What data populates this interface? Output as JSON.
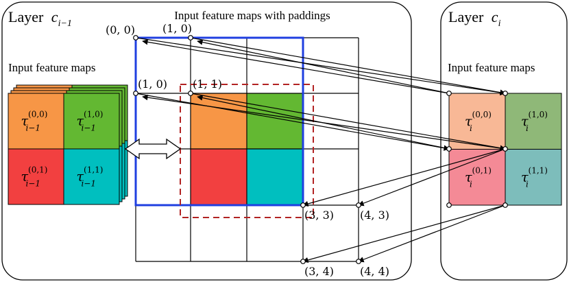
{
  "left_panel": {
    "title_prefix": "Layer",
    "title_var": "c",
    "title_sub": "i−1",
    "grid_title": "Input feature maps with paddings",
    "stack_title": "Input feature maps",
    "stack_cells": [
      {
        "sup": "(0,0)",
        "sub": "i−1",
        "color": "#F79646"
      },
      {
        "sup": "(1,0)",
        "sub": "i−1",
        "color": "#63B832"
      },
      {
        "sup": "(0,1)",
        "sub": "i−1",
        "color": "#F24040"
      },
      {
        "sup": "(1,1)",
        "sub": "i−1",
        "color": "#00BFBF"
      }
    ],
    "stack_back_colors": [
      "#F79646",
      "#63B832",
      "#F24040",
      "#00BFBF"
    ],
    "coords": {
      "c00": "(0, 0)",
      "c10": "(1, 0)",
      "c01": "(1, 0)",
      "c11": "(1, 1)",
      "c33": "(3, 3)",
      "c43": "(4, 3)",
      "c34": "(3, 4)",
      "c44": "(4, 4)"
    }
  },
  "right_panel": {
    "title_prefix": "Layer",
    "title_var": "c",
    "title_sub": "i",
    "stack_title": "Input feature maps",
    "cells": [
      {
        "sup": "(0,0)",
        "sub": "i",
        "color": "#F8B896"
      },
      {
        "sup": "(1,0)",
        "sub": "i",
        "color": "#8FB878"
      },
      {
        "sup": "(0,1)",
        "sub": "i",
        "color": "#F48A96"
      },
      {
        "sup": "(1,1)",
        "sub": "i",
        "color": "#7DBDBB"
      }
    ]
  },
  "colors": {
    "window_blue": "#1F3FE0",
    "dashed_red": "#B22222",
    "grid_line": "#000000"
  },
  "symbol": "τ"
}
